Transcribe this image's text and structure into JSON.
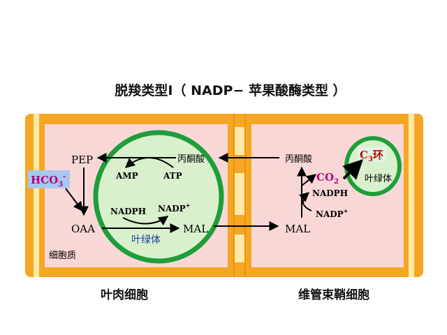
{
  "title": "脱羧类型Ⅰ（ NADP− 苹果酸酶类型 ）",
  "mesophyll": {
    "caption": "叶肉细胞",
    "cytoplasm_label": "细胞质",
    "pep": "PEP",
    "oaa": "OAA",
    "pyruvate": "丙酮酸",
    "hco3": {
      "base": "HCO",
      "sub": "3",
      "sup": "-"
    },
    "chloroplast": {
      "label": "叶绿体",
      "amp": "AMP",
      "atp": "ATP",
      "nadph": "NADPH",
      "nadp": {
        "base": "NADP",
        "sup": "+"
      }
    },
    "mal": "MAL"
  },
  "bundle_sheath": {
    "caption": "维管束鞘细胞",
    "mal": "MAL",
    "pyruvate": "丙酮酸",
    "co2": {
      "base": "CO",
      "sub": "2"
    },
    "nadph": "NADPH",
    "nadp": {
      "base": "NADP",
      "sup": "+"
    },
    "chloroplast": {
      "label": "叶绿体",
      "c3": {
        "base": "C",
        "sub": "3",
        "suffix": "环"
      }
    }
  },
  "colors": {
    "wall": "#f5a623",
    "wall_inner": "#ffe9a6",
    "cytoplasm": "#fad7d7",
    "chloroplast_fill": "#d8f0cc",
    "chloroplast_ring": "#1e9e3a",
    "hco3_box": "#a8c8ee",
    "hco3_text": "#b00080",
    "co2_text": "#b00080",
    "c3_text": "#c00000",
    "c3_box": "#e0f2e0",
    "blue_text": "#1a3ca0"
  }
}
